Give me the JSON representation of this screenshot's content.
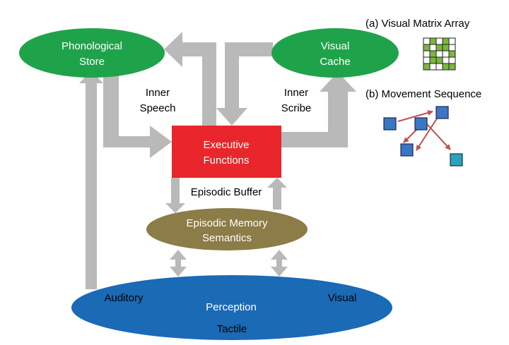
{
  "nodes": {
    "phonological_store": {
      "line1": "Phonological",
      "line2": "Store"
    },
    "visual_cache": {
      "line1": "Visual",
      "line2": "Cache"
    },
    "executive_functions": {
      "line1": "Executive",
      "line2": "Functions"
    },
    "episodic_memory": {
      "line1": "Episodic Memory",
      "line2": "Semantics"
    },
    "perception": {
      "label": "Perception",
      "auditory": "Auditory",
      "visual": "Visual",
      "tactile": "Tactile"
    }
  },
  "labels": {
    "inner_speech": {
      "line1": "Inner",
      "line2": "Speech"
    },
    "inner_scribe": {
      "line1": "Inner",
      "line2": "Scribe"
    },
    "episodic_buffer": "Episodic Buffer"
  },
  "insets": {
    "visual_matrix_title": "(a) Visual Matrix Array",
    "movement_sequence_title": "(b) Movement Sequence",
    "matrix_pattern": [
      [
        0,
        1,
        0,
        1,
        0
      ],
      [
        1,
        0,
        1,
        1,
        0
      ],
      [
        0,
        1,
        0,
        0,
        1
      ],
      [
        0,
        1,
        1,
        0,
        0
      ],
      [
        1,
        0,
        0,
        1,
        1
      ]
    ]
  },
  "colors": {
    "store_green": "#1fa34a",
    "executive_red": "#e8262b",
    "episodic_olive": "#8c7c47",
    "perception_blue": "#1a6ab5",
    "arrow_gray": "#b9b9b9",
    "matrix_green": "#7ab83a",
    "node_blue": "#3a76c4",
    "node_teal": "#2aa3b8",
    "movement_arrow_red": "#c0504d"
  }
}
